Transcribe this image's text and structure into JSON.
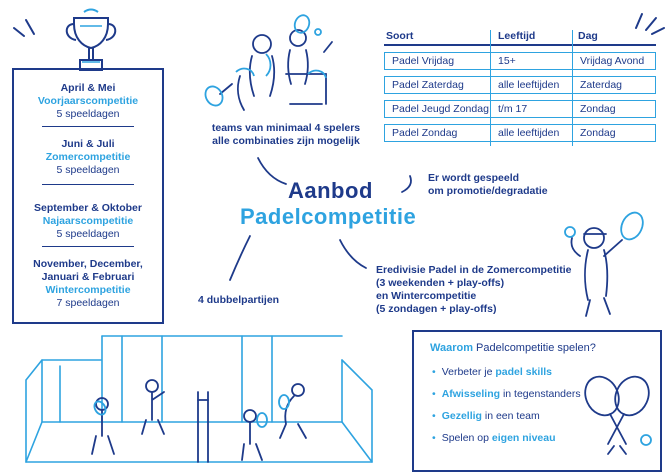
{
  "schedule": [
    {
      "months": "April & Mei",
      "competition": "Voorjaarscompetitie",
      "days": "5 speeldagen"
    },
    {
      "months": "Juni & Juli",
      "competition": "Zomercompetitie",
      "days": "5 speeldagen"
    },
    {
      "months": "September & Oktober",
      "competition": "Najaarscompetitie",
      "days": "5 speeldagen"
    },
    {
      "months_line1": "November, December,",
      "months_line2": "Januari & Februari",
      "competition": "Wintercompetitie",
      "days": "7 speeldagen"
    }
  ],
  "table": {
    "headers": [
      "Soort",
      "Leeftijd",
      "Dag"
    ],
    "rows": [
      [
        "Padel Vrijdag",
        "15+",
        "Vrijdag Avond"
      ],
      [
        "Padel Zaterdag",
        "alle leeftijden",
        "Zaterdag"
      ],
      [
        "Padel Jeugd Zondag",
        "t/m 17",
        "Zondag"
      ],
      [
        "Padel Zondag",
        "alle leeftijden",
        "Zondag"
      ]
    ]
  },
  "teams_note": {
    "line1": "teams van minimaal 4 spelers",
    "line2": "alle combinaties zijn mogelijk"
  },
  "title": {
    "line1": "Aanbod",
    "line2": "Padelcompetitie"
  },
  "promotion_note": {
    "line1": "Er wordt gespeeld",
    "line2": "om promotie/degradatie"
  },
  "doubles_note": "4 dubbelpartijen",
  "eredivisie_note": {
    "line1": "Eredivisie Padel in de Zomercompetitie",
    "line2": "(3 weekenden + play-offs)",
    "line3": "en Wintercompetitie",
    "line4": "(5 zondagen + play-offs)"
  },
  "why": {
    "title_highlight": "Waarom",
    "title_rest": " Padelcompetitie spelen?",
    "items": [
      {
        "pre": "Verbeter je ",
        "highlight": "padel skills",
        "post": ""
      },
      {
        "pre": "",
        "highlight": "Afwisseling",
        "post": " in tegenstanders"
      },
      {
        "pre": "",
        "highlight": "Gezellig",
        "post": " in een team"
      },
      {
        "pre": "Spelen op ",
        "highlight": "eigen niveau",
        "post": ""
      }
    ]
  },
  "colors": {
    "navy": "#1e3a8a",
    "cyan": "#2ea3e0"
  }
}
